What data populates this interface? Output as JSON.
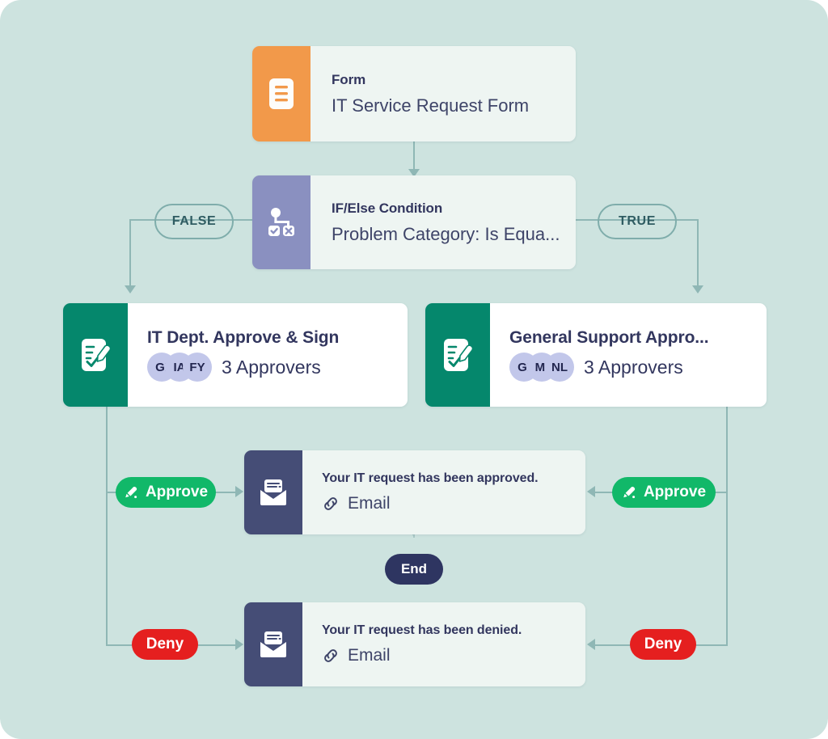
{
  "canvas": {
    "background": "#cde3df",
    "connector_color": "#8fb7b5"
  },
  "nodes": {
    "form": {
      "icon": "document-lines-icon",
      "icon_color": "#f2994a",
      "title": "Form",
      "subtitle": "IT Service Request Form"
    },
    "condition": {
      "icon": "branch-condition-icon",
      "icon_color": "#8a90c0",
      "title": "IF/Else Condition",
      "subtitle": "Problem Category: Is Equa..."
    },
    "approval_left": {
      "icon": "document-sign-icon",
      "icon_color": "#05876c",
      "title": "IT Dept. Approve & Sign",
      "avatars": [
        "GI",
        "IA",
        "FY"
      ],
      "approver_count": "3 Approvers"
    },
    "approval_right": {
      "icon": "document-sign-icon",
      "icon_color": "#05876c",
      "title": "General Support Appro...",
      "avatars": [
        "GI",
        "M.",
        "NL"
      ],
      "approver_count": "3 Approvers"
    },
    "email_approved": {
      "icon": "envelope-icon",
      "icon_color": "#454d76",
      "title": "Your IT request has been approved.",
      "link_icon": "link-chain-icon",
      "link_label": "Email"
    },
    "email_denied": {
      "icon": "envelope-icon",
      "icon_color": "#454d76",
      "title": "Your IT request has been denied.",
      "link_icon": "link-chain-icon",
      "link_label": "Email"
    }
  },
  "badges": {
    "false_label": "FALSE",
    "true_label": "TRUE",
    "approve_left_label": "Approve",
    "approve_right_label": "Approve",
    "deny_left_label": "Deny",
    "deny_right_label": "Deny",
    "end_label": "End",
    "approve_color": "#11b869",
    "deny_color": "#e51f1f",
    "end_color": "#2e3561",
    "approve_icon": "pen-nib-icon"
  }
}
